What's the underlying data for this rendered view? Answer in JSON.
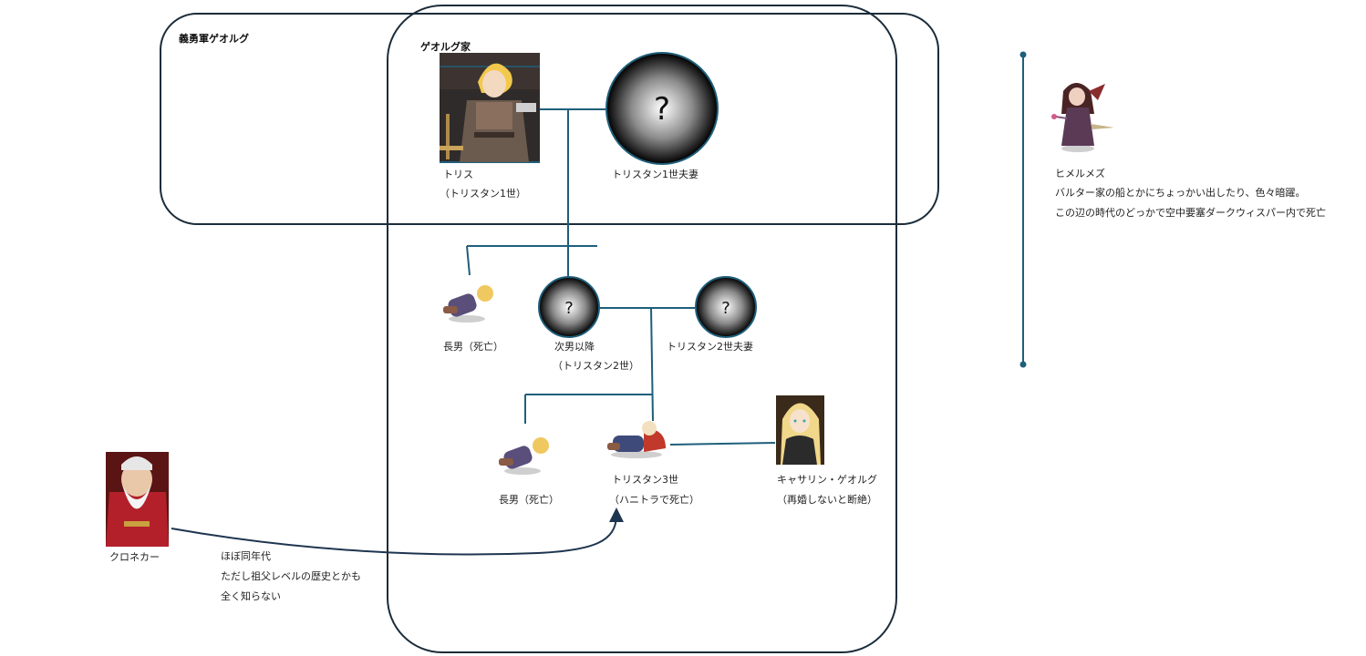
{
  "groups": {
    "militia": "義勇軍ゲオルグ",
    "house": "ゲオルグ家"
  },
  "people": {
    "tris_line1": "トリス",
    "tris_line2": "（トリスタン1世）",
    "tristan1_wife": "トリスタン1世夫妻",
    "eldest1": "長男（死亡）",
    "second_line1": "次男以降",
    "second_line2": "（トリスタン2世）",
    "tristan2_wife": "トリスタン2世夫妻",
    "eldest2": "長男（死亡）",
    "tristan3_line1": "トリスタン3世",
    "tristan3_line2": "（ハニトラで死亡）",
    "catherine_line1": "キャサリン・ゲオルグ",
    "catherine_line2": "（再婚しないと断絶）",
    "kronecker": "クロネカー",
    "himelmez": "ヒメルメズ"
  },
  "unknown_mark": "?",
  "notes": {
    "kronecker_note": [
      "ほぼ同年代",
      "ただし祖父レベルの歴史とかも",
      "全く知らない"
    ],
    "himelmez_note": [
      "バルター家の船とかにちょっかい出したり、色々暗躍。",
      "この辺の時代のどっかで空中要塞ダークウィスパー内で死亡"
    ]
  },
  "colors": {
    "line": "#1f5f7a",
    "border": "#1b2c3a",
    "arrow": "#1e3550"
  }
}
